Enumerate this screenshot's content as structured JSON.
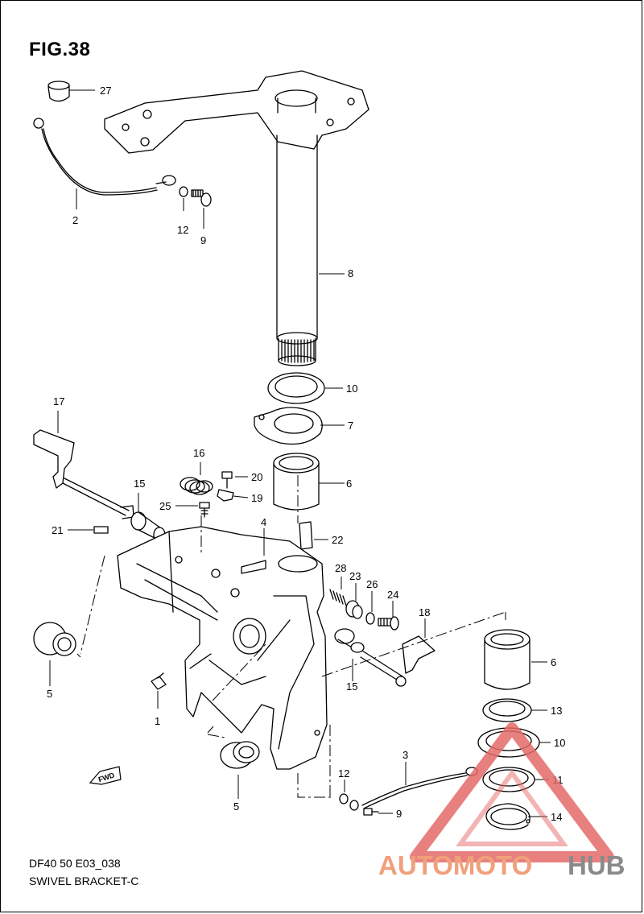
{
  "figure": {
    "title": "FIG.38",
    "model_code": "DF40 50 E03_038",
    "section_name": "SWIVEL BRACKET-C"
  },
  "fwd_label": "FWD",
  "callouts": [
    "27",
    "2",
    "12",
    "9",
    "8",
    "10",
    "7",
    "17",
    "16",
    "20",
    "6",
    "15",
    "19",
    "25",
    "4",
    "22",
    "21",
    "28",
    "23",
    "26",
    "24",
    "18",
    "5",
    "1",
    "15",
    "6",
    "13",
    "10",
    "3",
    "11",
    "12",
    "9",
    "14",
    "5"
  ],
  "watermark": {
    "brand_part1": "AUTOMOTO",
    "brand_part2": "HUB",
    "color_primary": "#f0a07a",
    "color_secondary": "#8a8a8a",
    "triangle_color": "#e46a6a"
  }
}
